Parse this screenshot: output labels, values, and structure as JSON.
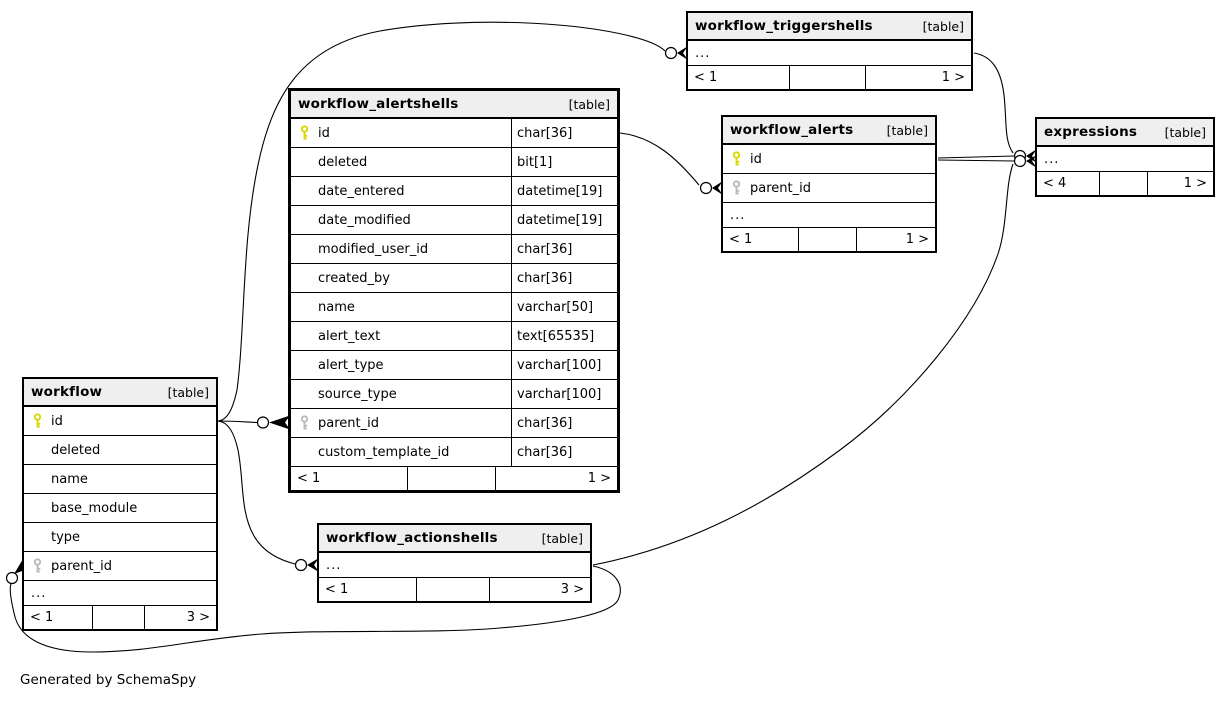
{
  "page": {
    "footer_note": "Generated by SchemaSpy"
  },
  "colors": {
    "header_bg": "#efefef",
    "border": "#000000",
    "background": "#ffffff",
    "pk_key": "#d8d800",
    "fk_key": "#b9b9b9"
  },
  "tables": {
    "workflow_triggershells": {
      "name": "workflow_triggershells",
      "tag": "[table]",
      "focal": false,
      "rows": [
        {
          "ellipsis": true,
          "label": "..."
        }
      ],
      "footer": {
        "left": "< 1",
        "middle": "",
        "right": "1 >"
      }
    },
    "workflow_alertshells": {
      "name": "workflow_alertshells",
      "tag": "[table]",
      "focal": true,
      "rows": [
        {
          "key": "pk",
          "label": "id",
          "datatype": "char[36]"
        },
        {
          "label": "deleted",
          "datatype": "bit[1]"
        },
        {
          "label": "date_entered",
          "datatype": "datetime[19]"
        },
        {
          "label": "date_modified",
          "datatype": "datetime[19]"
        },
        {
          "label": "modified_user_id",
          "datatype": "char[36]"
        },
        {
          "label": "created_by",
          "datatype": "char[36]"
        },
        {
          "label": "name",
          "datatype": "varchar[50]"
        },
        {
          "label": "alert_text",
          "datatype": "text[65535]"
        },
        {
          "label": "alert_type",
          "datatype": "varchar[100]"
        },
        {
          "label": "source_type",
          "datatype": "varchar[100]"
        },
        {
          "key": "fk",
          "label": "parent_id",
          "datatype": "char[36]"
        },
        {
          "label": "custom_template_id",
          "datatype": "char[36]"
        }
      ],
      "footer": {
        "left": "< 1",
        "middle": "",
        "right": "1 >"
      }
    },
    "workflow_alerts": {
      "name": "workflow_alerts",
      "tag": "[table]",
      "focal": false,
      "rows": [
        {
          "key": "pk",
          "label": "id"
        },
        {
          "key": "fk",
          "label": "parent_id"
        },
        {
          "ellipsis": true,
          "label": "..."
        }
      ],
      "footer": {
        "left": "< 1",
        "middle": "",
        "right": "1 >"
      }
    },
    "expressions": {
      "name": "expressions",
      "tag": "[table]",
      "focal": false,
      "rows": [
        {
          "ellipsis": true,
          "label": "..."
        }
      ],
      "footer": {
        "left": "< 4",
        "middle": "",
        "right": "1 >"
      }
    },
    "workflow": {
      "name": "workflow",
      "tag": "[table]",
      "focal": false,
      "rows": [
        {
          "key": "pk",
          "label": "id"
        },
        {
          "label": "deleted"
        },
        {
          "label": "name"
        },
        {
          "label": "base_module"
        },
        {
          "label": "type"
        },
        {
          "key": "fk",
          "label": "parent_id"
        },
        {
          "ellipsis": true,
          "label": "..."
        }
      ],
      "footer": {
        "left": "< 1",
        "middle": "",
        "right": "3 >"
      }
    },
    "workflow_actionshells": {
      "name": "workflow_actionshells",
      "tag": "[table]",
      "focal": false,
      "rows": [
        {
          "ellipsis": true,
          "label": "..."
        }
      ],
      "footer": {
        "left": "< 1",
        "middle": "",
        "right": "3 >"
      }
    }
  },
  "relationships": [
    {
      "from": "workflow.id",
      "to": "workflow_alertshells.parent_id"
    },
    {
      "from": "workflow.id",
      "to": "workflow_triggershells...."
    },
    {
      "from": "workflow.id",
      "to": "workflow_actionshells...."
    },
    {
      "from": "workflow_alertshells.id",
      "to": "workflow_alerts.parent_id"
    },
    {
      "from": "workflow_alerts.id",
      "to": "expressions...."
    },
    {
      "from": "workflow_triggershells....",
      "to": "expressions...."
    },
    {
      "from": "workflow_actionshells....",
      "to": "expressions...."
    },
    {
      "from": "workflow_actionshells....",
      "to": "workflow.parent_id"
    }
  ]
}
